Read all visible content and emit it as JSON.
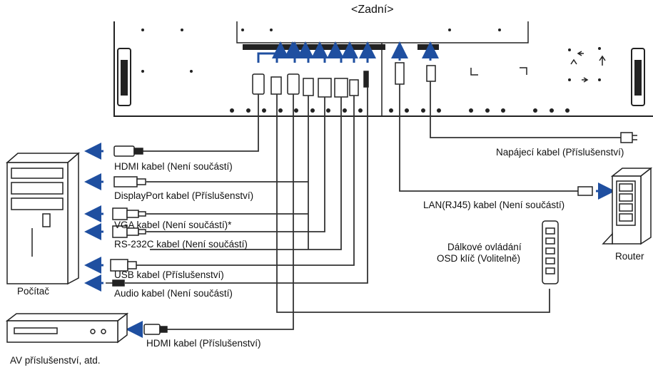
{
  "title": "<Zadní>",
  "colors": {
    "arrow": "#1f4fa0",
    "line": "#333333",
    "device_fill": "#ffffff"
  },
  "devices": {
    "computer": "Počítač",
    "av": "AV příslušenství, atd.",
    "router": "Router",
    "remote": "Dálkové ovládání",
    "osd": "OSD klíč (Volitelně)"
  },
  "cables": {
    "hdmi_pc": "HDMI kabel (Není součástí)",
    "displayport": "DisplayPort kabel (Příslušenství)",
    "vga": "VGA kabel (Není součástí)*",
    "rs232c": "RS-232C kabel (Není součástí)",
    "usb": "USB kabel (Příslušenství)",
    "audio": "Audio kabel (Není součástí)",
    "hdmi_av": "HDMI kabel (Příslušenství)",
    "power": "Napájecí kabel (Příslušenství)",
    "lan": "LAN(RJ45) kabel (Není součástí)"
  },
  "icons": [
    "hdmi-plug-icon",
    "displayport-plug-icon",
    "vga-plug-icon",
    "rs232c-plug-icon",
    "usb-plug-icon",
    "audio-jack-icon",
    "rj45-plug-icon",
    "power-plug-icon",
    "computer-tower-icon",
    "av-device-icon",
    "router-icon",
    "remote-control-icon"
  ]
}
